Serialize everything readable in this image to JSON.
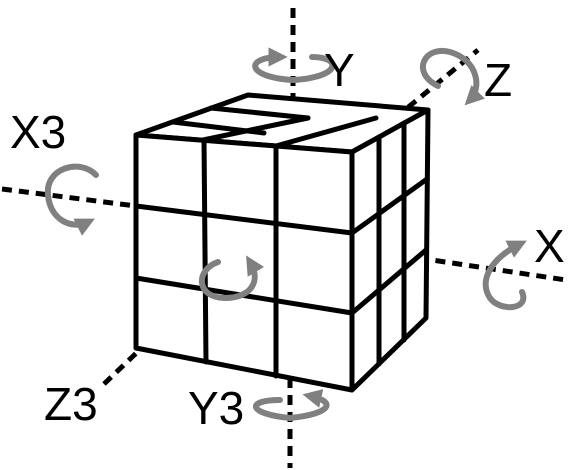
{
  "diagram": {
    "axes": [
      {
        "id": "y",
        "label": "Y"
      },
      {
        "id": "z",
        "label": "Z"
      },
      {
        "id": "x3",
        "label": "X3"
      },
      {
        "id": "x",
        "label": "X"
      },
      {
        "id": "z3",
        "label": "Z3"
      },
      {
        "id": "y3",
        "label": "Y3"
      }
    ],
    "colors": {
      "cube_stroke": "#000000",
      "cube_fill": "#ffffff",
      "axis_line": "#000000",
      "rotation_arrow": "#808080",
      "label_text": "#000000"
    },
    "icons": {
      "rotation_arrow": "curved-rotation-arrow-icon"
    }
  }
}
